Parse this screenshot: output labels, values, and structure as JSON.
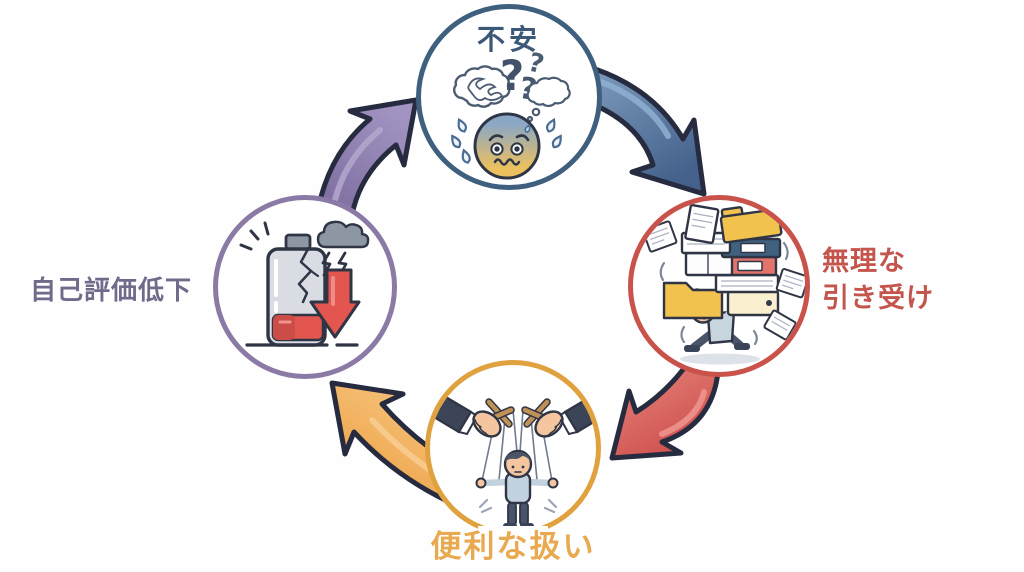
{
  "diagram": {
    "type": "cycle",
    "direction": "clockwise",
    "background_color": "#fefefe",
    "nodes": [
      {
        "id": "anxiety",
        "position": "top",
        "label": "不安",
        "label_color": "#3b5877",
        "circle_color": "#3e5f7e",
        "icon": "anxious-face-icon",
        "icon_elements": [
          "scribble-thought-cloud",
          "question-marks",
          "thought-cloud",
          "worried-face",
          "sweat-drops"
        ]
      },
      {
        "id": "overcommitment",
        "position": "right",
        "label": "無理な引き受け",
        "label_line1": "無理な",
        "label_line2": "引き受け",
        "label_color": "#c4554c",
        "circle_color": "#c9524b",
        "icon": "overloaded-person-icon",
        "icon_elements": [
          "person-carrying-stack",
          "folders",
          "binders",
          "flying-papers"
        ]
      },
      {
        "id": "convenient-treatment",
        "position": "bottom",
        "label": "便利な扱い",
        "label_color": "#e8a94f",
        "circle_color": "#e0a23f",
        "icon": "puppet-person-icon",
        "icon_elements": [
          "puppeteer-hands",
          "control-bars",
          "strings",
          "puppet-person"
        ]
      },
      {
        "id": "low-self-esteem",
        "position": "left",
        "label": "自己評価低下",
        "label_color": "#6f6b8a",
        "circle_color": "#8a7aa5",
        "icon": "drained-battery-icon",
        "icon_elements": [
          "cracked-battery",
          "low-charge-bar",
          "storm-cloud",
          "lightning-bolts",
          "down-arrow"
        ]
      }
    ],
    "arrows": [
      {
        "from": "anxiety",
        "to": "overcommitment",
        "color": "#4f739d",
        "outline": "#272b40"
      },
      {
        "from": "overcommitment",
        "to": "convenient-treatment",
        "color": "#d9635c",
        "outline": "#272b40"
      },
      {
        "from": "convenient-treatment",
        "to": "low-self-esteem",
        "color": "#f1a44c",
        "outline": "#272b40"
      },
      {
        "from": "low-self-esteem",
        "to": "anxiety",
        "color": "#8c7ead",
        "outline": "#272b40"
      }
    ]
  }
}
